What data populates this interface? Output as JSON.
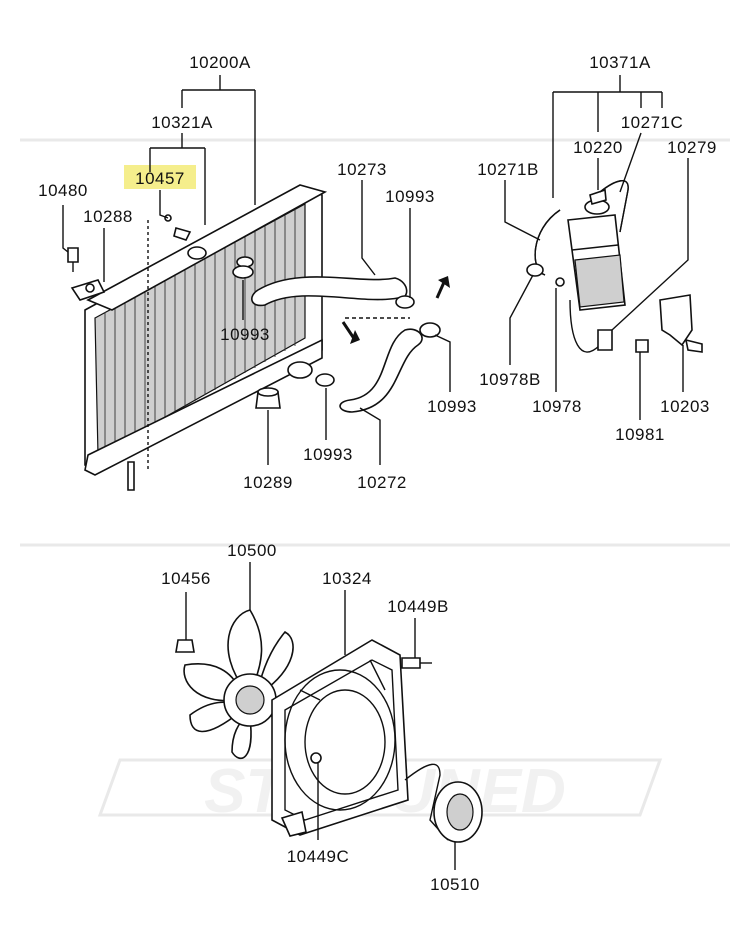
{
  "labels": {
    "p10200A": "10200A",
    "p10321A": "10321A",
    "p10457": "10457",
    "p10480": "10480",
    "p10288": "10288",
    "p10273": "10273",
    "p10993_a": "10993",
    "p10993_b": "10993",
    "p10993_c": "10993",
    "p10993_d": "10993",
    "p10289": "10289",
    "p10272": "10272",
    "p10371A": "10371A",
    "p10271C": "10271C",
    "p10220": "10220",
    "p10279": "10279",
    "p10271B": "10271B",
    "p10978B": "10978B",
    "p10978": "10978",
    "p10203": "10203",
    "p10981": "10981",
    "p10500": "10500",
    "p10456": "10456",
    "p10324": "10324",
    "p10449B": "10449B",
    "p10449C": "10449C",
    "p10510": "10510"
  },
  "watermark": "STM TUNED",
  "colors": {
    "highlight": "#f5ee8c",
    "line": "#111111",
    "watermark": "#e9e9e9"
  }
}
